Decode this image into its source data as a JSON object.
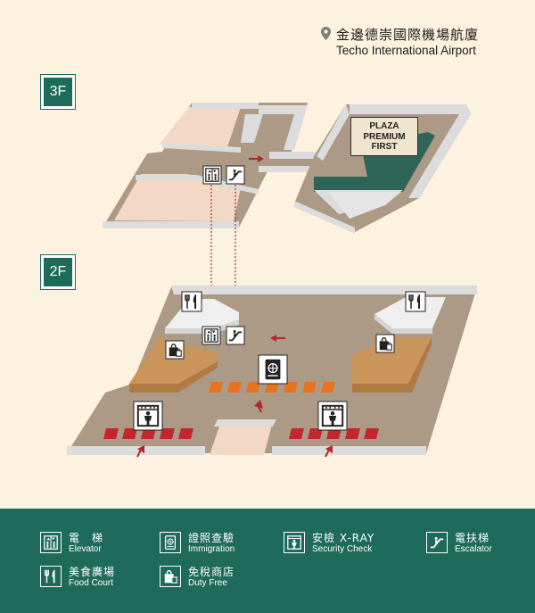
{
  "header": {
    "airport_name_zh": "金邊德崇國際機場航廈",
    "airport_name_en": "Techo International Airport"
  },
  "floors": [
    {
      "id": "3F",
      "label": "3F"
    },
    {
      "id": "2F",
      "label": "2F"
    }
  ],
  "lounge": {
    "line1": "PLAZA",
    "line2": "PREMIUM",
    "line3": "FIRST"
  },
  "icons": {
    "elevator": "elevator-icon",
    "escalator": "escalator-icon",
    "food_court": "fork-knife-icon",
    "duty_free": "shopping-bag-icon",
    "immigration": "passport-icon",
    "security": "xray-scanner-icon",
    "location": "map-pin-icon"
  },
  "colors": {
    "background": "#fcf2df",
    "floor": "#ac9a87",
    "accent_green": "#1e6b5b",
    "wall": "#dcdcdc",
    "peach_zone": "#f3d9c5",
    "shop_zone": "#c9955a",
    "arrow_red": "#b3272b",
    "security_red": "#c6252c",
    "immigration_orange": "#e8731e"
  },
  "legend": [
    {
      "zh": "電　梯",
      "en": "Elevator",
      "icon": "elevator-icon"
    },
    {
      "zh": "證照查驗",
      "en": "Immigration",
      "icon": "passport-icon"
    },
    {
      "zh": "安檢 X-RAY",
      "en": "Security Check",
      "icon": "xray-scanner-icon"
    },
    {
      "zh": "電扶梯",
      "en": "Escalator",
      "icon": "escalator-icon"
    },
    {
      "zh": "美食廣場",
      "en": "Food Court",
      "icon": "fork-knife-icon"
    },
    {
      "zh": "免稅商店",
      "en": "Duty Free",
      "icon": "shopping-bag-icon"
    }
  ]
}
